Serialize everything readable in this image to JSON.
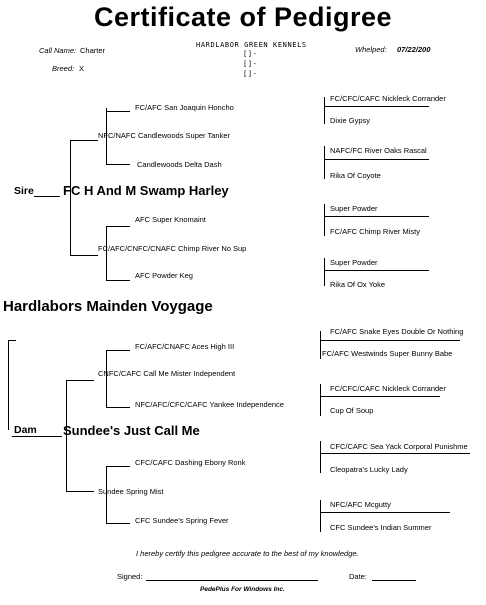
{
  "header": {
    "title": "Certificate of Pedigree",
    "kennel_name": "HARDLABOR GREEN KENNELS",
    "kennel_lines": [
      "[]-",
      "[]-",
      "[]-"
    ],
    "call_name_label": "Call Name:",
    "call_name_value": "Charter",
    "breed_label": "Breed:",
    "breed_value": "X",
    "whelped_label": "Whelped:",
    "whelped_value": "07/22/200"
  },
  "subject": "Hardlabors Mainden Voygage",
  "sire": {
    "label": "Sire",
    "name": "FC H And M Swamp Harley",
    "sire": {
      "name": "NFC/NAFC Candlewoods Super Tanker",
      "sire": {
        "name": "FC/AFC San Joaquin Honcho",
        "sire": "FC/CFC/CAFC Nickleck Corrander",
        "dam": "Dixie Gypsy"
      },
      "dam": {
        "name": "Candlewoods Delta Dash",
        "sire": "NAFC/FC River Oaks Rascal",
        "dam": "Rika Of Coyote"
      }
    },
    "dam": {
      "name": "FC/AFC/CNFC/CNAFC Chimp River No Sup",
      "sire": {
        "name": "AFC Super Knomaint",
        "sire": "Super Powder",
        "dam": "FC/AFC Chimp River Misty"
      },
      "dam": {
        "name": "AFC Powder Keg",
        "sire": "Super Powder",
        "dam": "Rika Of Ox Yoke"
      }
    }
  },
  "dam": {
    "label": "Dam",
    "name": "Sundee's Just Call Me",
    "sire": {
      "name": "CNFC/CAFC Call Me Mister Independent",
      "sire": {
        "name": "FC/AFC/CNAFC Aces High III",
        "sire": "FC/AFC Snake Eyes Double Or Nothing",
        "dam": "FC/AFC Westwinds Super Bunny Babe"
      },
      "dam": {
        "name": "NFC/AFC/CFC/CAFC Yankee Independence",
        "sire": "FC/CFC/CAFC Nickleck Corrander",
        "dam": "Cup Of Soup"
      }
    },
    "dam": {
      "name": "Sundee Spring Mist",
      "sire": {
        "name": "CFC/CAFC Dashing Ebony Ronk",
        "sire": "CFC/CAFC Sea Yack Corporal Punishme",
        "dam": "Cleopatra's Lucky Lady"
      },
      "dam": {
        "name": "CFC Sundee's Spring Fever",
        "sire": "NFC/AFC Mcgutty",
        "dam": "CFC Sundee's Indian Summer"
      }
    }
  },
  "footer": {
    "certify_text": "I hereby certify this pedigree accurate to the best of my knowledge.",
    "signed_label": "Signed:",
    "date_label": "Date:",
    "credit": "PedePlus For Windows Inc."
  }
}
